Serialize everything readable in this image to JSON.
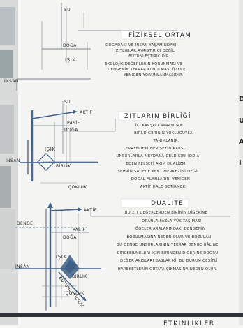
{
  "sections": [
    {
      "title": "FİZİKSEL ORTAM",
      "labels": {
        "top": "SU",
        "mid": "DOĞA",
        "light": "IŞIK",
        "base": "İNSAN"
      },
      "text": [
        "DOĞADAKİ VE İNSAN YAŞAMINDAKİ",
        "ZITLIKLAR,AYRIŞTIRICI DEĞİL",
        "BÜTÜNLEŞTİRİCİDİR.",
        "EKOLOJİK DEĞERLERİN KORUNMASI VE",
        "DENGENİN TEKRAR KURULMASI ÜZERE",
        "YENİDEN YORUMLANMASIDIR."
      ]
    },
    {
      "title": "ZITLARIN BİRLİĞİ",
      "labels": {
        "top": "SU",
        "active": "AKTİF",
        "passive": "PASİF",
        "nature": "DOĞA",
        "light": "IŞIK",
        "unity": "BİRLİK",
        "human": "İNSAN",
        "plurality": "ÇOKLUK"
      },
      "text": [
        "İKİ KARŞIT KAVRAMDAN",
        "BİRİ,DİĞERİNİN YOKLUĞUYLA",
        "TANIMLANIR.",
        "EVRENDEKİ HER ŞEYİN KARŞIT",
        "UNSURLARLA MEYDANA GELDİĞİNİ İDDİA",
        "EDEN FELSEFİ AKIM DUALİZM.",
        "ŞEHRİN SADECE KENT MERKEZİNİ DEĞİL,",
        "DOĞAL ALANLARINI YENİDEN",
        "AKTİF HALE GETİRMEK."
      ]
    },
    {
      "title": "DUALİTE",
      "labels": {
        "active": "AKTİF",
        "balance": "DENGE",
        "passive": "PASİF",
        "nature": "DOĞA",
        "light": "IŞIK",
        "unity": "BİRLİK",
        "human": "İNSAN",
        "plurality": "ÇOKLUK",
        "integrity": "BÜTÜNLEYİCİLİK"
      },
      "text": [
        "BU ZIT DEĞERLERDEN BİRİNİN DİĞERİNE",
        "ORANLA FAZLA YÜK TAŞIMASI",
        "ÖGELER ARALARINDAKİ DENGENİN",
        "BOZULMASINA NEDEN OLUR VE BOZULAN",
        "BU DENGE UNSURLARININ TEKRAR DENGE HÂLİNE",
        "GİRCEBİLMELERİ İÇİN BİRİNDEN DİĞERİNE DOĞRU",
        "DEĞER AKIŞLARI BAŞLAR Kİ, BU DURUM ÇEŞİTLİ",
        "HAREKETLERİN ORTAYA ÇIKMASINA NEDEN OLUR."
      ]
    }
  ],
  "footer": "ETKİNLİKLER",
  "right_edge_letters": [
    "D",
    "U",
    "A",
    "I"
  ]
}
